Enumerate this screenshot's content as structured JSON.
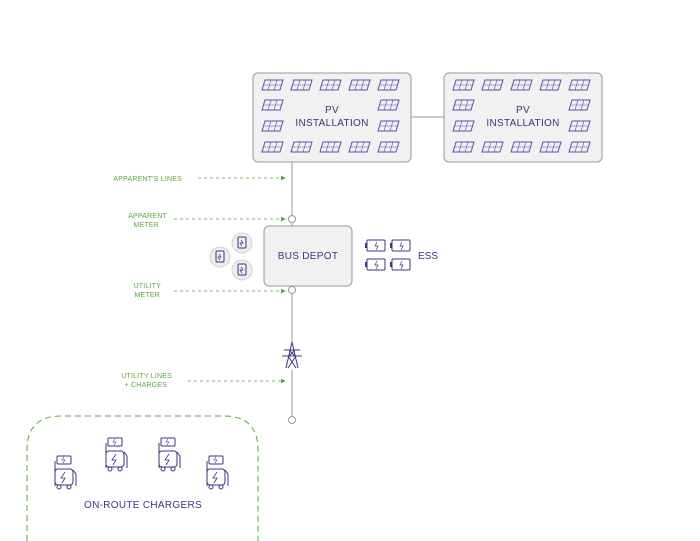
{
  "pv_installations": [
    {
      "label_line1": "PV",
      "label_line2": "INSTALLATION"
    },
    {
      "label_line1": "PV",
      "label_line2": "INSTALLATION"
    }
  ],
  "flow_labels": {
    "apparent_lines": "APPARENT'S LINES",
    "apparent_meter_line1": "APPARENT",
    "apparent_meter_line2": "METER",
    "utility_meter_line1": "UTILITY",
    "utility_meter_line2": "METER",
    "utility_lines_line1": "UTILITY LINES",
    "utility_lines_line2": "+ CHARGES"
  },
  "bus_depot": {
    "label": "BUS DEPOT"
  },
  "ess": {
    "label": "ESS"
  },
  "on_route": {
    "label": "ON-ROUTE CHARGERS"
  },
  "colors": {
    "accent_purple": "#3b3480",
    "panel_purple": "#5a4fb0",
    "flow_green": "#56a83d",
    "box_fill": "#f1f1f2",
    "box_stroke": "#9a9a9a"
  }
}
